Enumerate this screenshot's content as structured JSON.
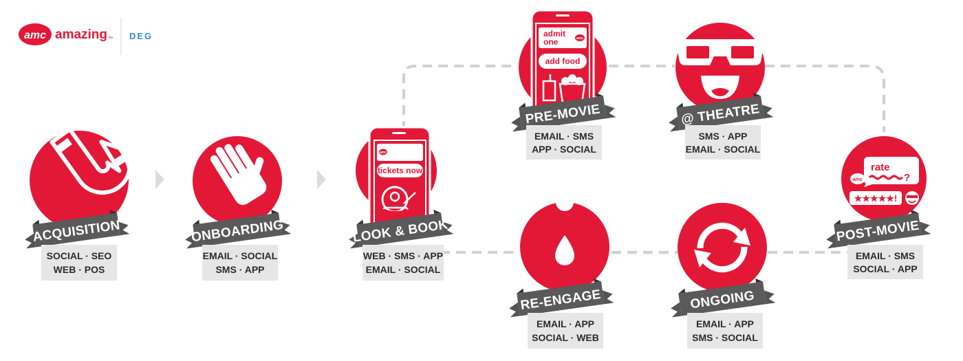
{
  "header": {
    "amc_logo": "amc",
    "amazing_wordmark": "amazing",
    "amazing_tm": "™",
    "deg_logo": "DEG"
  },
  "stages": {
    "acquisition": {
      "title": "ACQUISITION",
      "line1": "SOCIAL · SEO",
      "line2": "WEB · POS"
    },
    "onboarding": {
      "title": "ONBOARDING",
      "line1": "EMAIL · SOCIAL",
      "line2": "SMS · APP"
    },
    "look_book": {
      "title": "LOOK & BOOK",
      "line1": "WEB · SMS · APP",
      "line2": "EMAIL · SOCIAL",
      "phone_logo": "amc",
      "phone_button": "tickets now"
    },
    "pre_movie": {
      "title": "PRE-MOVIE",
      "line1": "EMAIL · SMS",
      "line2": "APP · SOCIAL",
      "ticket_line1": "admit",
      "ticket_line2": "one",
      "ticket_logo": "amc",
      "phone_button": "add food"
    },
    "theatre": {
      "title": "@ THEATRE",
      "line1": "SMS · APP",
      "line2": "EMAIL · SOCIAL"
    },
    "post_movie": {
      "title": "POST-MOVIE",
      "line1": "EMAIL · SMS",
      "line2": "SOCIAL · APP",
      "bubble_logo": "amc",
      "bubble_text": "rate",
      "bubble_mark": "?",
      "stars": "★★★★★!"
    },
    "re_engage": {
      "title": "RE-ENGAGE",
      "line1": "EMAIL · APP",
      "line2": "SOCIAL · WEB"
    },
    "ongoing": {
      "title": "ONGOING",
      "line1": "EMAIL · APP",
      "line2": "SMS · SOCIAL"
    }
  },
  "colors": {
    "brand_red": "#e31837",
    "ribbon_dark": "#5a5a5a",
    "ribbon_fold": "#333333",
    "channel_box": "#e6e6e6",
    "connector": "#d0d0d0",
    "arrow": "#dcdcdc",
    "deg_blue": "#2f8fd0"
  }
}
